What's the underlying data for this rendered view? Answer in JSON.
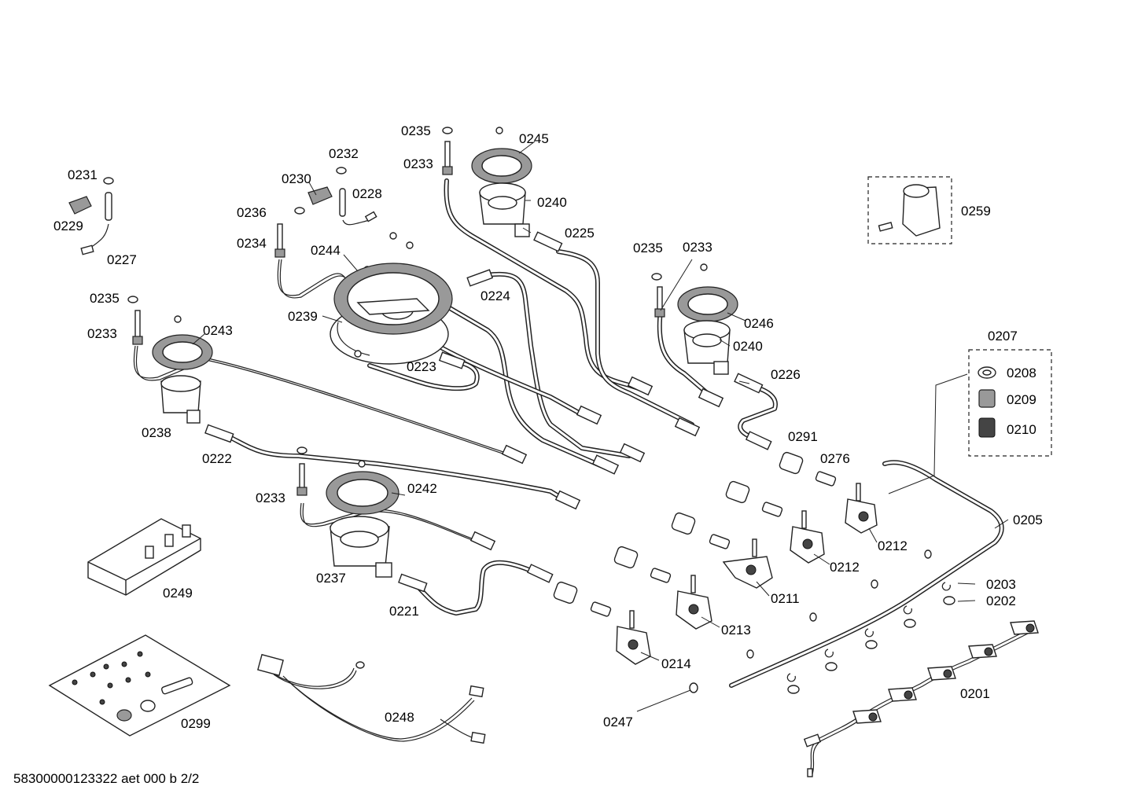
{
  "labels": {
    "p0201": "0201",
    "p0202": "0202",
    "p0203": "0203",
    "p0205": "0205",
    "p0207": "0207",
    "p0208": "0208",
    "p0209": "0209",
    "p0210": "0210",
    "p0211": "0211",
    "p0212a": "0212",
    "p0212b": "0212",
    "p0213": "0213",
    "p0214": "0214",
    "p0221": "0221",
    "p0222": "0222",
    "p0223": "0223",
    "p0224": "0224",
    "p0225": "0225",
    "p0226": "0226",
    "p0227": "0227",
    "p0228": "0228",
    "p0229": "0229",
    "p0230": "0230",
    "p0231": "0231",
    "p0232": "0232",
    "p0233a": "0233",
    "p0233b": "0233",
    "p0233c": "0233",
    "p0233d": "0233",
    "p0234": "0234",
    "p0235a": "0235",
    "p0235b": "0235",
    "p0235c": "0235",
    "p0236": "0236",
    "p0237": "0237",
    "p0238": "0238",
    "p0239": "0239",
    "p0240a": "0240",
    "p0240b": "0240",
    "p0242": "0242",
    "p0243": "0243",
    "p0244": "0244",
    "p0245": "0245",
    "p0246": "0246",
    "p0247": "0247",
    "p0248": "0248",
    "p0249": "0249",
    "p0259": "0259",
    "p0276": "0276",
    "p0291": "0291",
    "p0299": "0299"
  },
  "footer": "58300000123322 aet 000 b 2/2"
}
